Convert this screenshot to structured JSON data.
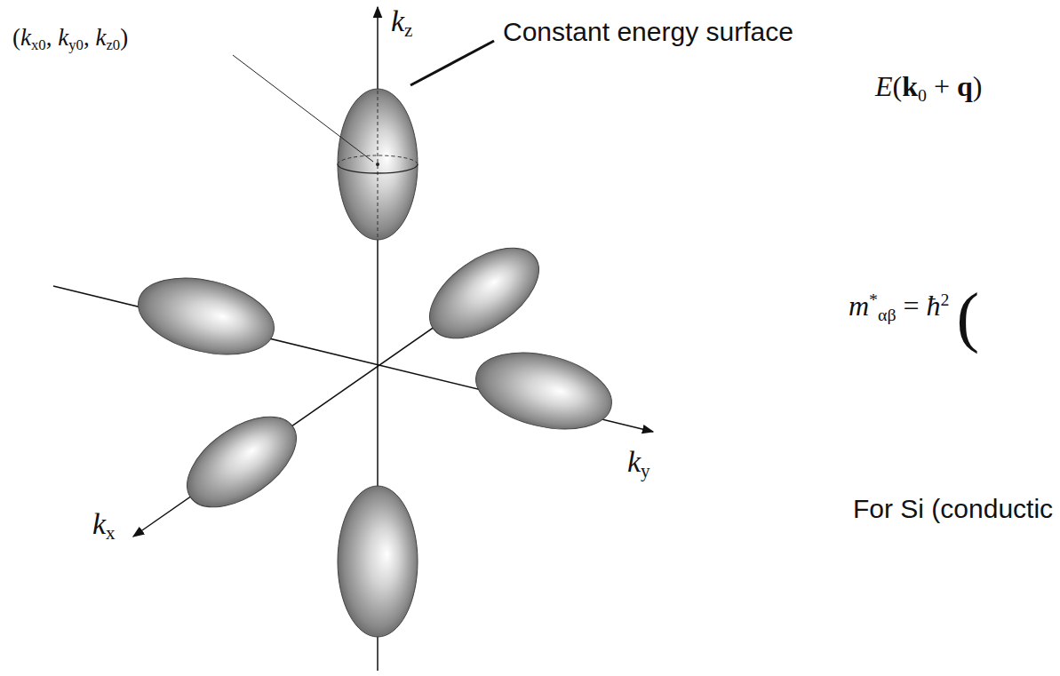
{
  "diagram": {
    "labels": [
      "Constant energy surface",
      "(kx0, ky0, kz0)",
      "kz",
      "kx",
      "ky",
      "E(k0 + q)",
      "m*αβ = ħ2 (",
      "For Si (conductic"
    ]
  }
}
